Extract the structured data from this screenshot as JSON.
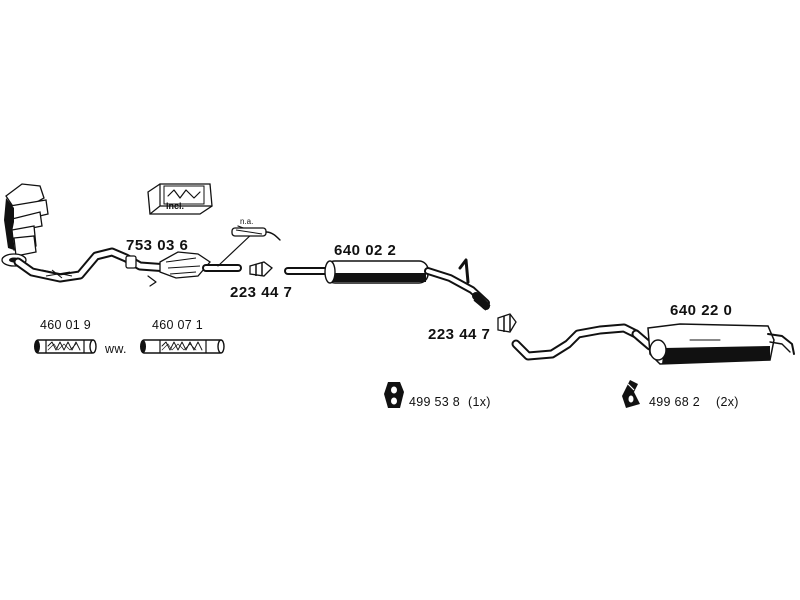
{
  "parts": {
    "front_pipe_catalyst": "753 03 6",
    "clamp_1": "223 44 7",
    "middle_silencer": "640 02 2",
    "clamp_2": "223 44 7",
    "rear_silencer": "640 22 0",
    "flex_pipe_1": "460 01 9",
    "flex_pipe_2": "460 07 1",
    "mount_1": "499 53 8",
    "mount_2": "499 68 2"
  },
  "qty": {
    "mount_1": "(1x)",
    "mount_2": "(2x)"
  },
  "notes": {
    "alternative": "ww.",
    "not_available": "n.a.",
    "kit_included": "incl."
  }
}
